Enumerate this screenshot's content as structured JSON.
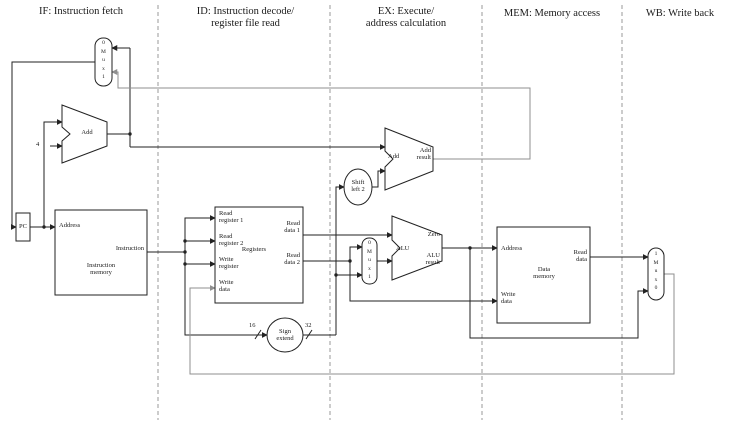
{
  "stage_headers": {
    "if": "IF: Instruction fetch",
    "id": "ID: Instruction decode/\nregister file read",
    "ex": "EX: Execute/\naddress calculation",
    "mem": "MEM: Memory access",
    "wb": "WB: Write back"
  },
  "if_stage": {
    "pc": "PC",
    "pc_mux": "0\nM\nu\nx\n1",
    "adder_label": "Add",
    "increment": "4",
    "instruction_memory": {
      "address": "Address",
      "instruction": "Instruction",
      "name": "Instruction\nmemory"
    }
  },
  "id_stage": {
    "registers": {
      "read_register_1": "Read\nregister 1",
      "read_register_2": "Read\nregister 2",
      "write_register": "Write\nregister",
      "write_data": "Write\ndata",
      "read_data_1": "Read\ndata 1",
      "read_data_2": "Read\ndata 2",
      "name": "Registers"
    },
    "sign_extend": {
      "name": "Sign\nextend",
      "input_width": "16",
      "output_width": "32"
    }
  },
  "ex_stage": {
    "shift_left_2": "Shift\nleft 2",
    "branch_adder": {
      "label": "Add",
      "result": "Add\nresult"
    },
    "alusrc_mux": "0\nM\nu\nx\n1",
    "alu": {
      "label": "ALU",
      "zero": "Zero",
      "result": "ALU\nresult"
    }
  },
  "mem_stage": {
    "data_memory": {
      "address": "Address",
      "read_data": "Read\ndata",
      "write_data": "Write\ndata",
      "name": "Data\nmemory"
    }
  },
  "wb_stage": {
    "result_mux": "1\nM\nu\nx\n0"
  }
}
